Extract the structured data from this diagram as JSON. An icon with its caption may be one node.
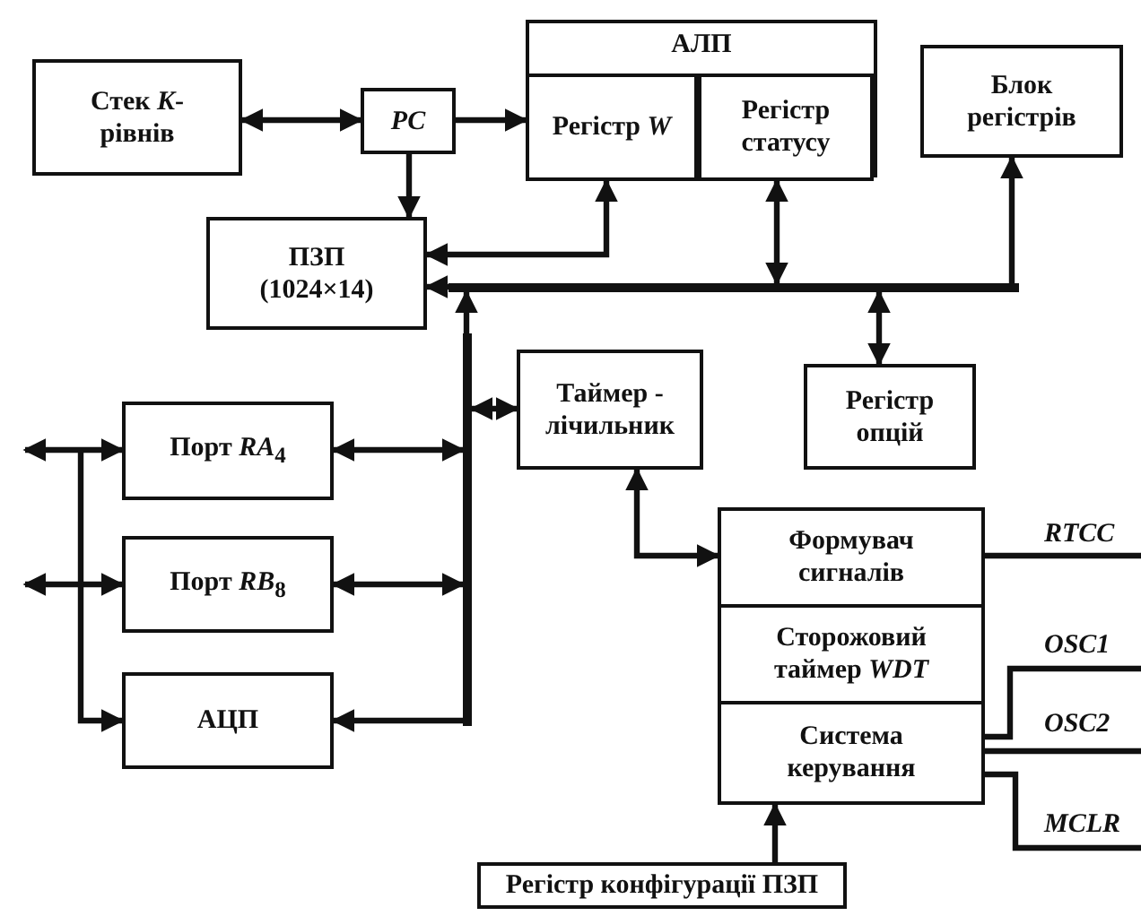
{
  "diagram": {
    "nodes": [
      {
        "text": [
          "Стек *K*-рівнів"
        ]
      },
      {
        "text": [
          "PC"
        ]
      },
      {
        "text": [
          "АЛП"
        ]
      },
      {
        "text": [
          "Регістр *W*"
        ],
        "in": 2
      },
      {
        "text": [
          "Регістр статусу"
        ],
        "in": 2
      },
      {
        "text": [
          "Блок регістрів"
        ]
      },
      {
        "text": [
          "ПЗП (1024×14)"
        ]
      },
      {
        "text": [
          "Таймер - лічильник"
        ]
      },
      {
        "text": [
          "Регістр опцій"
        ]
      },
      {
        "text": [
          "Порт *RA*$_{4}$"
        ]
      },
      {
        "text": [
          "Порт *RB*$_{8}$"
        ]
      },
      {
        "text": [
          "АЦП"
        ]
      },
      {
        "text": [
          "Формувач сигналів"
        ]
      },
      {
        "text": [
          "Сторожовий таймер *WDT*"
        ]
      },
      {
        "text": [
          "Система керування"
        ]
      },
      {
        "text": [
          "Регістр конфігурації ПЗП"
        ]
      },
      {
        "text": [],
        "shape": "bar"
      },
      {
        "text": [],
        "shape": "bar"
      }
    ],
    "edges": [
      {
        "from": 0,
        "to": 1,
        "arrow": "both"
      },
      {
        "from": 1,
        "to": 3,
        "arrow": "to"
      },
      {
        "from": 1,
        "to": 6,
        "arrow": "to"
      },
      {
        "from": 6,
        "to": 3,
        "arrow": "both"
      },
      {
        "from": 16,
        "to": 6,
        "arrow": "to"
      },
      {
        "from": 4,
        "to": 16,
        "arrow": "both"
      },
      {
        "from": 16,
        "to": 5,
        "arrow": "to"
      },
      {
        "from": 16,
        "to": 8,
        "arrow": "both"
      },
      {
        "from": 17,
        "to": 16,
        "arrow": "to"
      },
      {
        "from": 9,
        "to": 17,
        "arrow": "both"
      },
      {
        "from": 10,
        "to": 17,
        "arrow": "both"
      },
      {
        "from": 17,
        "to": 11,
        "arrow": "to"
      },
      {
        "from": 17,
        "to": 7,
        "arrow": "both"
      },
      {
        "from": null,
        "to": 9,
        "arrow": "both"
      },
      {
        "from": null,
        "to": 10,
        "arrow": "both"
      },
      {
        "from": null,
        "to": 11,
        "arrow": "to"
      },
      {
        "from": 7,
        "to": 12,
        "arrow": "both"
      },
      {
        "from": 15,
        "to": 14,
        "arrow": "to"
      },
      {
        "from": 12,
        "to": null,
        "arrow": "none",
        "label": "RTCC"
      },
      {
        "from": 14,
        "to": null,
        "arrow": "none",
        "label": "OSC1"
      },
      {
        "from": 14,
        "to": null,
        "arrow": "none",
        "label": "OSC2"
      },
      {
        "from": 14,
        "to": null,
        "arrow": "none",
        "label": "MCLR"
      }
    ]
  }
}
